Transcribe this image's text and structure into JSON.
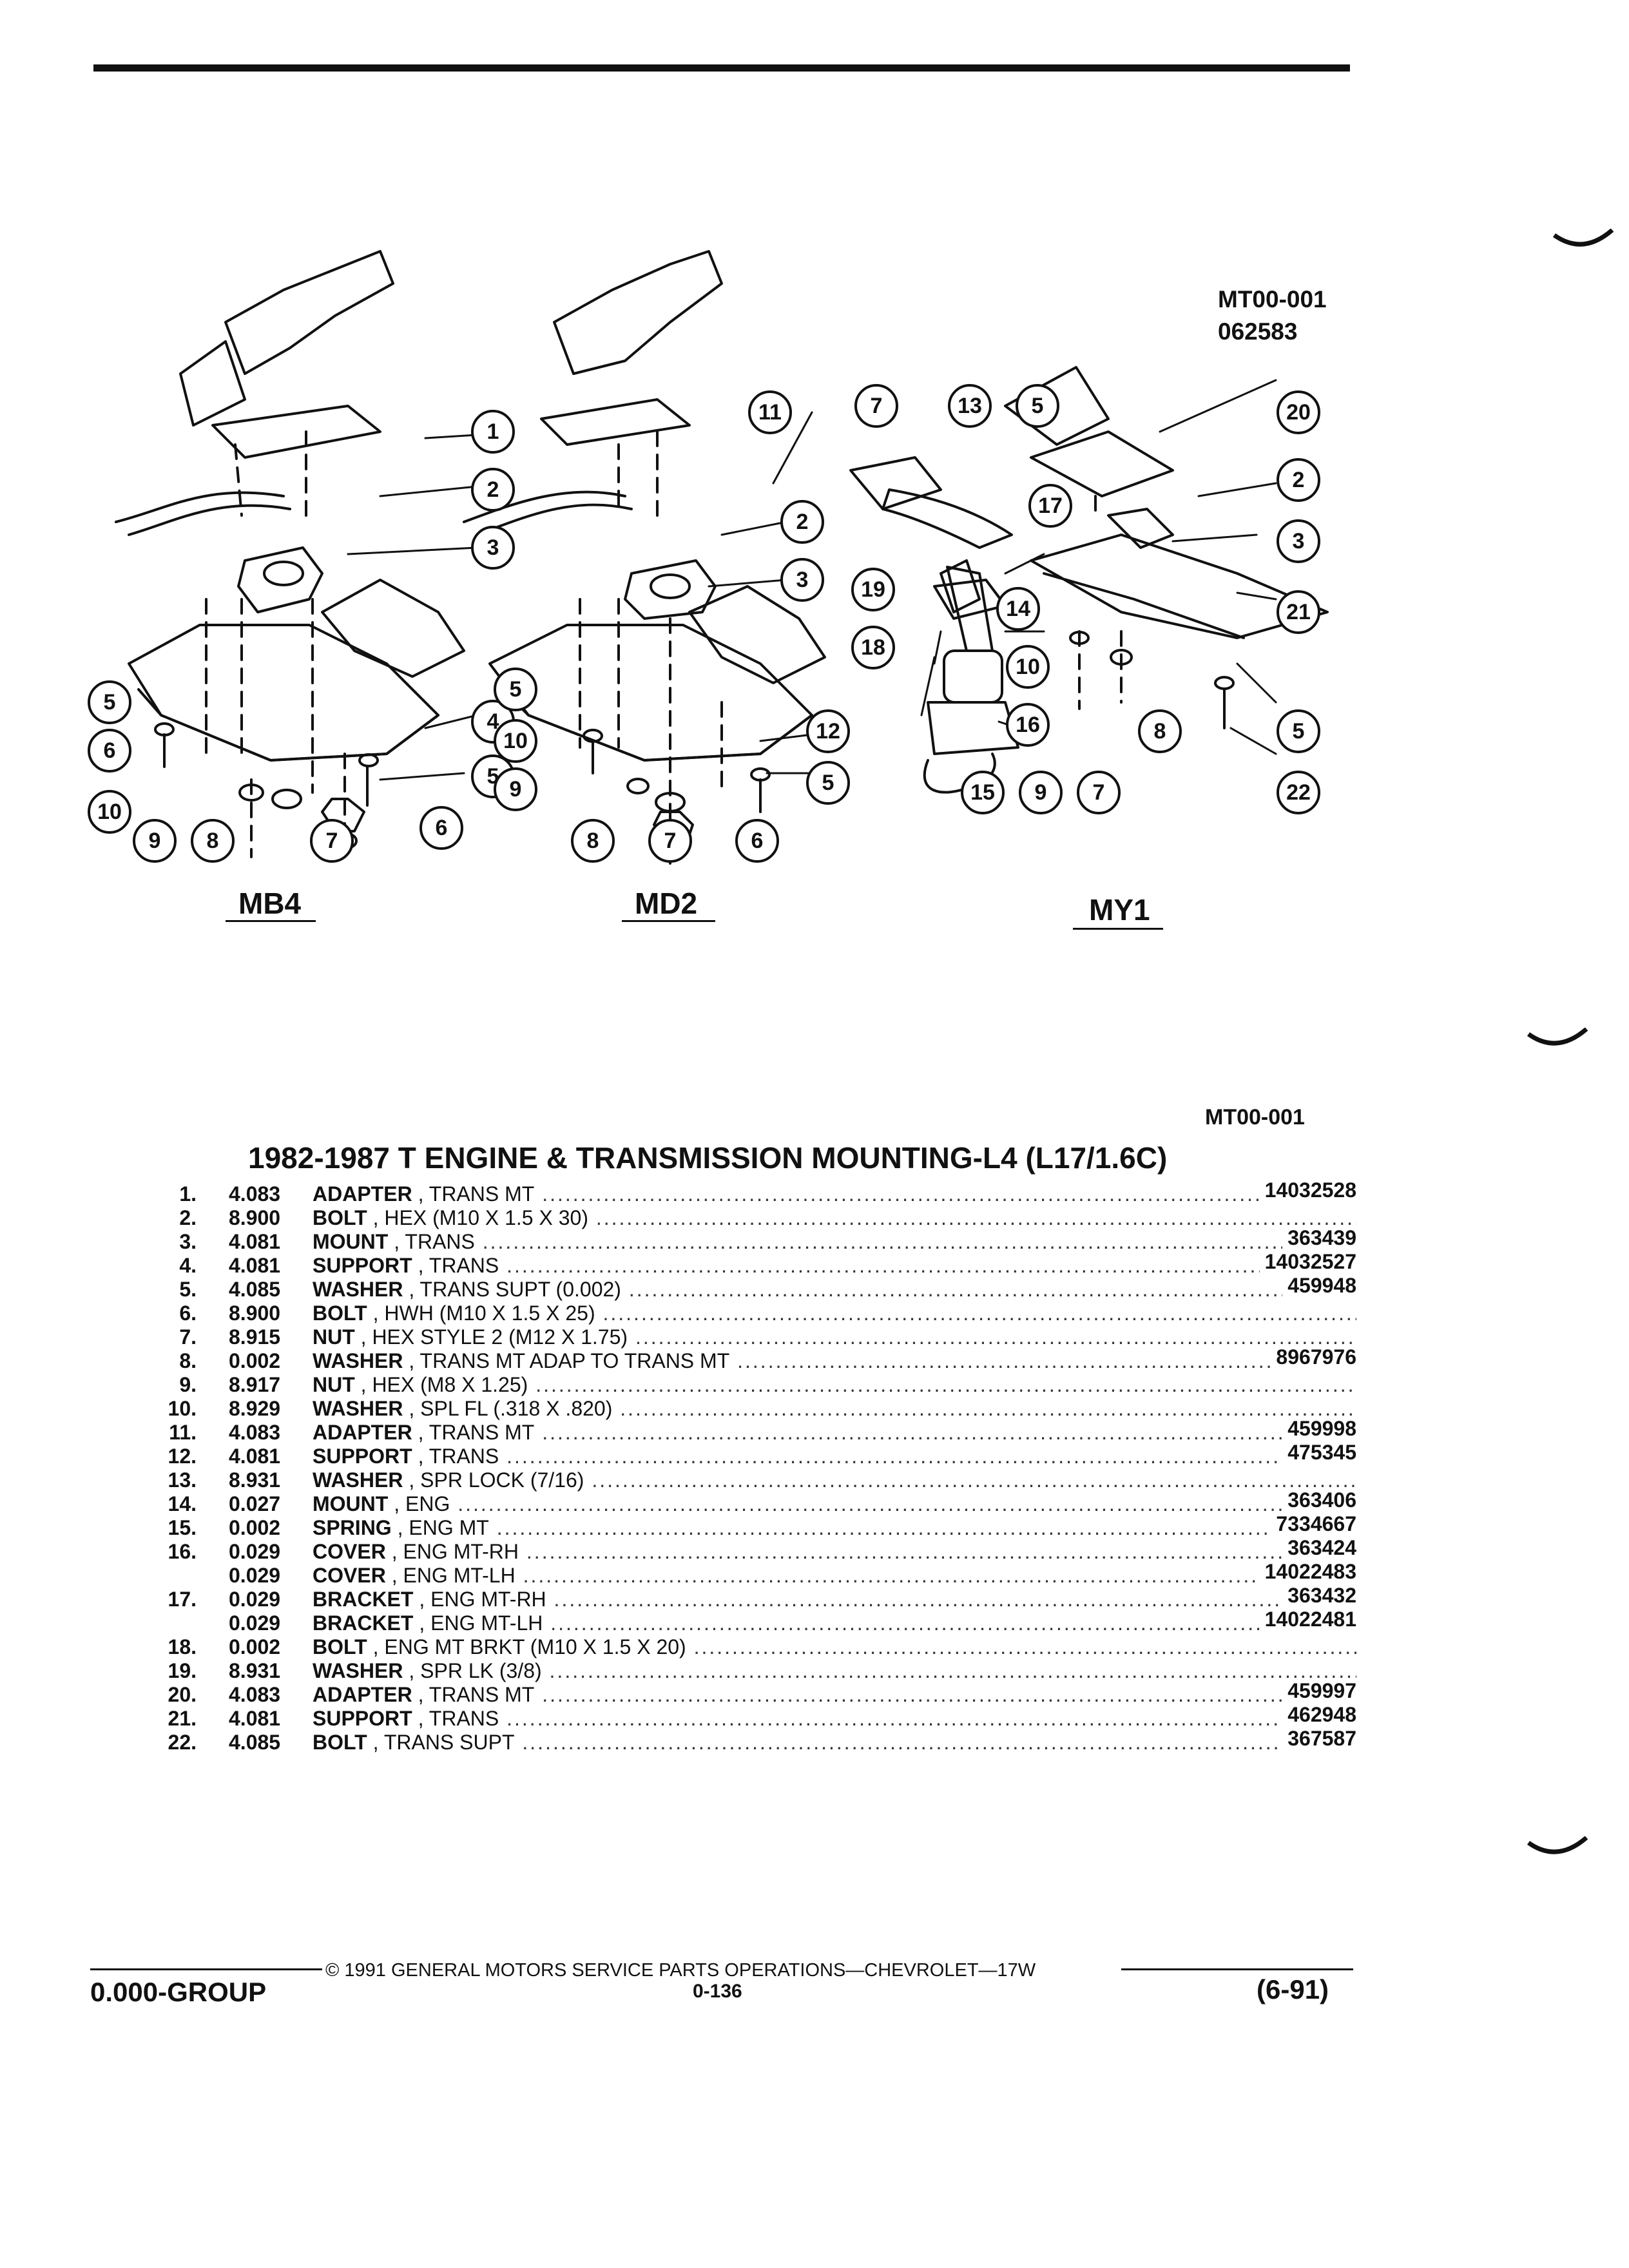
{
  "figure": {
    "code": "MT00-001",
    "number": "062583",
    "views": [
      "MB4",
      "MD2",
      "MY1"
    ],
    "callouts": [
      "1",
      "2",
      "3",
      "4",
      "5",
      "6",
      "7",
      "8",
      "9",
      "10",
      "11",
      "12",
      "13",
      "14",
      "15",
      "16",
      "17",
      "18",
      "19",
      "20",
      "21",
      "22"
    ]
  },
  "table": {
    "ref_code": "MT00-001",
    "title": "1982-1987 T ENGINE & TRANSMISSION MOUNTING-L4 (L17/1.6C)",
    "rows": [
      {
        "no": "1.",
        "grp": "4.083",
        "name": "ADAPTER",
        "spec": "TRANS MT",
        "pn": "14032528"
      },
      {
        "no": "2.",
        "grp": "8.900",
        "name": "BOLT",
        "spec": "HEX (M10 X 1.5 X 30)",
        "pn": ""
      },
      {
        "no": "3.",
        "grp": "4.081",
        "name": "MOUNT",
        "spec": "TRANS",
        "pn": "363439"
      },
      {
        "no": "4.",
        "grp": "4.081",
        "name": "SUPPORT",
        "spec": "TRANS",
        "pn": "14032527"
      },
      {
        "no": "5.",
        "grp": "4.085",
        "name": "WASHER",
        "spec": "TRANS SUPT (0.002)",
        "pn": "459948"
      },
      {
        "no": "6.",
        "grp": "8.900",
        "name": "BOLT",
        "spec": "HWH (M10 X 1.5 X 25)",
        "pn": ""
      },
      {
        "no": "7.",
        "grp": "8.915",
        "name": "NUT",
        "spec": "HEX STYLE 2 (M12 X 1.75)",
        "pn": ""
      },
      {
        "no": "8.",
        "grp": "0.002",
        "name": "WASHER",
        "spec": "TRANS MT ADAP TO TRANS MT",
        "pn": "8967976"
      },
      {
        "no": "9.",
        "grp": "8.917",
        "name": "NUT",
        "spec": "HEX (M8 X 1.25)",
        "pn": ""
      },
      {
        "no": "10.",
        "grp": "8.929",
        "name": "WASHER",
        "spec": "SPL FL (.318 X .820)",
        "pn": ""
      },
      {
        "no": "11.",
        "grp": "4.083",
        "name": "ADAPTER",
        "spec": "TRANS MT",
        "pn": "459998"
      },
      {
        "no": "12.",
        "grp": "4.081",
        "name": "SUPPORT",
        "spec": "TRANS",
        "pn": "475345"
      },
      {
        "no": "13.",
        "grp": "8.931",
        "name": "WASHER",
        "spec": "SPR LOCK (7/16)",
        "pn": ""
      },
      {
        "no": "14.",
        "grp": "0.027",
        "name": "MOUNT",
        "spec": "ENG",
        "pn": "363406"
      },
      {
        "no": "15.",
        "grp": "0.002",
        "name": "SPRING",
        "spec": "ENG MT",
        "pn": "7334667"
      },
      {
        "no": "16.",
        "grp": "0.029",
        "name": "COVER",
        "spec": "ENG MT-RH",
        "pn": "363424"
      },
      {
        "no": "",
        "grp": "0.029",
        "name": "COVER",
        "spec": "ENG MT-LH",
        "pn": "14022483"
      },
      {
        "no": "17.",
        "grp": "0.029",
        "name": "BRACKET",
        "spec": "ENG MT-RH",
        "pn": "363432"
      },
      {
        "no": "",
        "grp": "0.029",
        "name": "BRACKET",
        "spec": "ENG MT-LH",
        "pn": "14022481"
      },
      {
        "no": "18.",
        "grp": "0.002",
        "name": "BOLT",
        "spec": "ENG MT BRKT (M10 X 1.5 X 20)",
        "pn": ""
      },
      {
        "no": "19.",
        "grp": "8.931",
        "name": "WASHER",
        "spec": "SPR LK (3/8)",
        "pn": ""
      },
      {
        "no": "20.",
        "grp": "4.083",
        "name": "ADAPTER",
        "spec": "TRANS MT",
        "pn": "459997"
      },
      {
        "no": "21.",
        "grp": "4.081",
        "name": "SUPPORT",
        "spec": "TRANS",
        "pn": "462948"
      },
      {
        "no": "22.",
        "grp": "4.085",
        "name": "BOLT",
        "spec": "TRANS SUPT",
        "pn": "367587"
      }
    ]
  },
  "footer": {
    "copyright": "© 1991 GENERAL MOTORS SERVICE PARTS OPERATIONS—CHEVROLET—17W",
    "group": "0.000-GROUP",
    "page": "0-136",
    "date": "(6-91)"
  }
}
